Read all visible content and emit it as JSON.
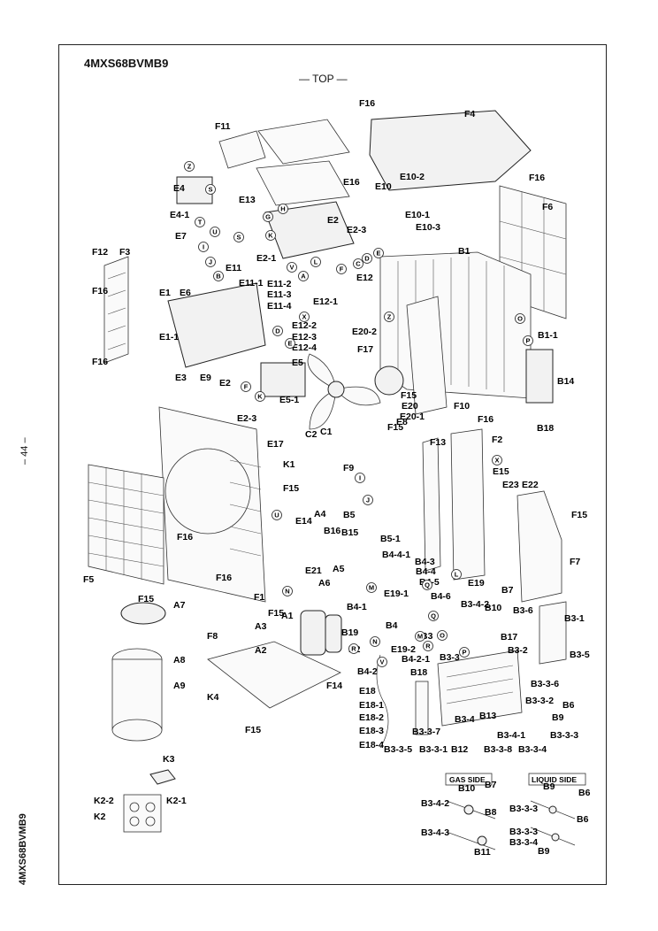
{
  "diagram": {
    "model_title": "4MXS68BVMB9",
    "top_label": "— TOP —",
    "page_number": "– 44 –",
    "side_model": "4MXS68BVMB9",
    "gas_side_label": "GAS SIDE",
    "liquid_side_label": "LIQUID SIDE"
  },
  "part_labels": [
    "F16",
    "F4",
    "F16",
    "F11",
    "E16",
    "E10",
    "E10-2",
    "E4",
    "E13",
    "E10-1",
    "E10-3",
    "E2",
    "E2-3",
    "E4-1",
    "E7",
    "F6",
    "F12",
    "F3",
    "B1",
    "E2-1",
    "E11",
    "F16",
    "E1",
    "E6",
    "E12",
    "E11-1",
    "E11-2",
    "E11-3",
    "E11-4",
    "E12-1",
    "B1-1",
    "E12-2",
    "E12-3",
    "E12-4",
    "E20-2",
    "E1-1",
    "F16",
    "F17",
    "E5",
    "B14",
    "E3",
    "E9",
    "E2",
    "E5-1",
    "F15",
    "F10",
    "E2-3",
    "E20",
    "E20-1",
    "B18",
    "C2",
    "C1",
    "E8",
    "F16",
    "E17",
    "F15",
    "F2",
    "K1",
    "F9",
    "F13",
    "E15",
    "E23",
    "E22",
    "F15",
    "B5",
    "E14",
    "A4",
    "B16",
    "B15",
    "B5-1",
    "F15",
    "F16",
    "B4-4-1",
    "B4-3",
    "E21",
    "F16",
    "B4-4",
    "B4-5",
    "F5",
    "A5",
    "A6",
    "F15",
    "E19-1",
    "E19",
    "F7",
    "B4-6",
    "B4-1",
    "B3-4-2",
    "B7",
    "F1",
    "B10",
    "F15",
    "A7",
    "A1",
    "B3-6",
    "A3",
    "B3-1",
    "B19",
    "B4",
    "B3",
    "B17",
    "F8",
    "A2",
    "B2",
    "E19-2",
    "B3-2",
    "B3-3",
    "B3-5",
    "A8",
    "B4-2-1",
    "B4-2",
    "F14",
    "B18",
    "B3-3-6",
    "A9",
    "K4",
    "E18",
    "E18-1",
    "B3-3-2",
    "B6",
    "E18-2",
    "B3-4",
    "B13",
    "B9",
    "F15",
    "E18-3",
    "B3-3-7",
    "B3-4-1",
    "B3-3-3",
    "E18-4",
    "B3-3-5",
    "B3-3-1",
    "B12",
    "B3-3-8",
    "B3-3-4",
    "K3",
    "B10",
    "B7",
    "B9",
    "B6",
    "K2-2",
    "K2-1",
    "B3-4-2",
    "B8",
    "B3-3-3",
    "B6",
    "K2",
    "B3-4-3",
    "B3-3-3",
    "B3-3-4",
    "B11",
    "B9"
  ],
  "ring_labels": [
    "Z",
    "S",
    "H",
    "G",
    "T",
    "U",
    "S",
    "K",
    "I",
    "J",
    "B",
    "V",
    "A",
    "L",
    "F",
    "C",
    "D",
    "E",
    "X",
    "D",
    "E",
    "Z",
    "O",
    "P",
    "F",
    "K",
    "X",
    "J",
    "I",
    "U",
    "N",
    "M",
    "Q",
    "L",
    "R",
    "O",
    "P",
    "Q",
    "N",
    "V",
    "M",
    "R"
  ]
}
